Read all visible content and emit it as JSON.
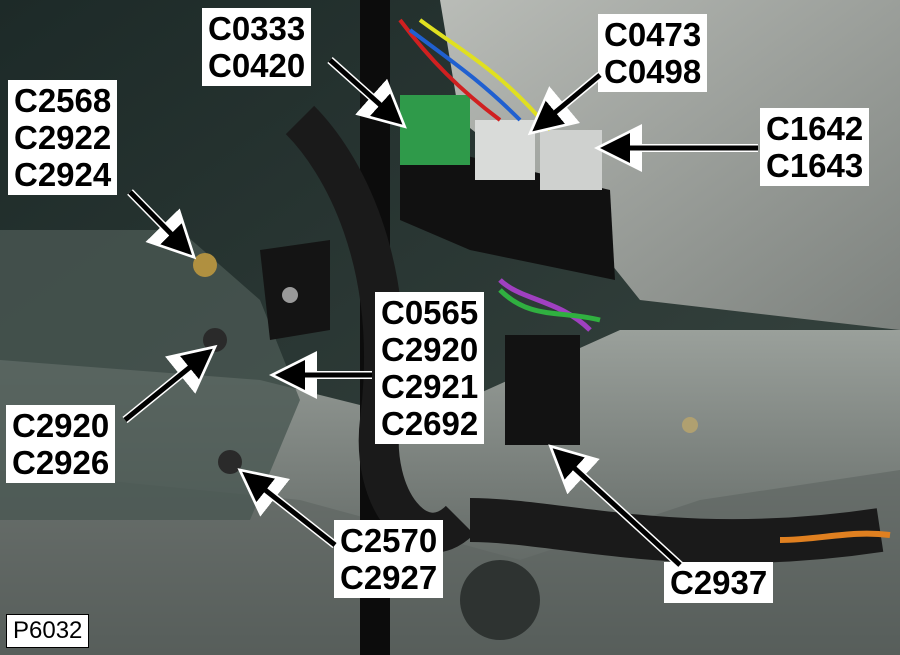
{
  "figure_id": "P6032",
  "colors": {
    "background": "#2a3531",
    "label_bg": "#ffffff",
    "label_text": "#000000",
    "arrow": "#000000"
  },
  "callouts": {
    "c0333": [
      "C0333",
      "C0420"
    ],
    "c0473": [
      "C0473",
      "C0498"
    ],
    "c1642": [
      "C1642",
      "C1643"
    ],
    "c2568": [
      "C2568",
      "C2922",
      "C2924"
    ],
    "c0565": [
      "C0565",
      "C2920",
      "C2921",
      "C2692"
    ],
    "c2920": [
      "C2920",
      "C2926"
    ],
    "c2570": [
      "C2570",
      "C2927"
    ],
    "c2937": [
      "C2937"
    ]
  }
}
